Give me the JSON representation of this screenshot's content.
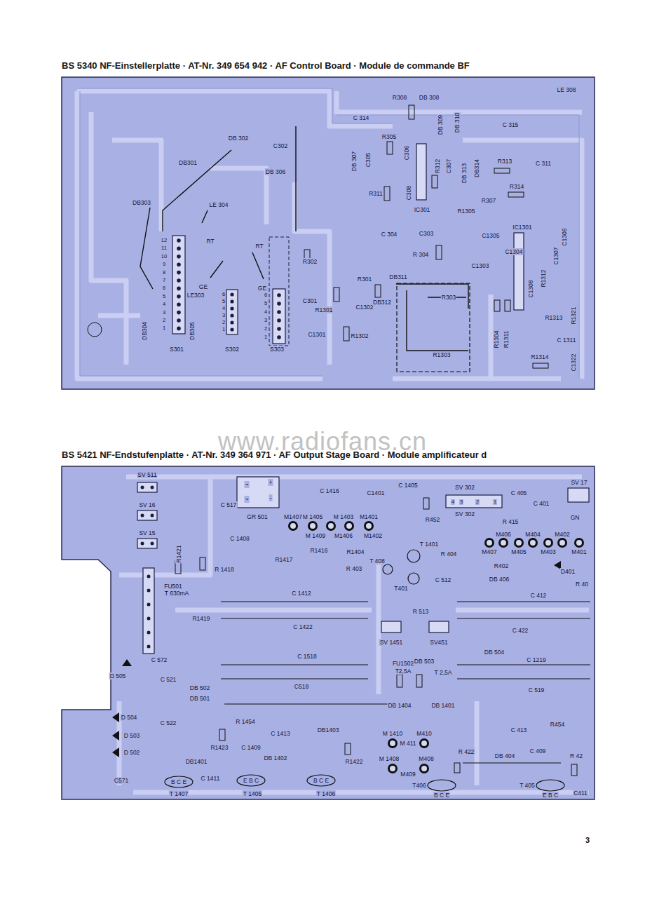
{
  "diagram": {
    "nodes": [
      {
        "text": [
          "BS 5340 NF-Einstellerplatte · AT-Nr. 349 654 942 · AF Control Board · Module de commande BF"
        ]
      },
      {
        "text": [
          "BS 5421 NF-Endstufenplatte · AT-Nr. 349 364 971 · AF Output Stage Board · Module amplificateur d"
        ]
      }
    ],
    "labels": [
      "LE 308",
      "R308",
      "DB 308",
      "C 314",
      "DB 309",
      "DB 310",
      "C 315",
      "R305",
      "C306",
      "DB 302",
      "C302",
      "DB 307",
      "C305",
      "R312",
      "C307",
      "DB 313",
      "DB314",
      "R313",
      "C 311",
      "DB301",
      "DB 306",
      "R311",
      "C308",
      "R314",
      "R307",
      "R1305",
      "IC301",
      "DB303",
      "LE 304",
      "C 304",
      "C303",
      "C1305",
      "IC1301",
      "C1306",
      "RT",
      "RT",
      "R302",
      "C1304",
      "C1307",
      "R 304",
      "C1303",
      "12",
      "11",
      "10",
      "9",
      "8",
      "7",
      "6",
      "5",
      "4",
      "3",
      "2",
      "1",
      "6",
      "5",
      "4",
      "3",
      "2",
      "1",
      "6",
      "5",
      "4",
      "3",
      "2",
      "1",
      "GE",
      "LE303",
      "GE",
      "R301",
      "DB311",
      "C301",
      "R1301",
      "C1302",
      "R303",
      "DB312",
      "C1308",
      "R1312",
      "R1313",
      "R1321",
      "C1301",
      "R1302",
      "C 1311",
      "R1304",
      "R1311",
      "R1314",
      "C1322",
      "DB304",
      "DB305",
      "S301",
      "S302",
      "S303",
      "R1303",
      "www.radiofans.cn",
      "SV 511",
      "SV 16",
      "SV 15",
      "~",
      "~",
      "+",
      "-",
      "GR 501",
      "C 517",
      "C 1416",
      "C1401",
      "C 1405",
      "SV 302",
      "4",
      "3",
      "2",
      "1",
      "SV 302",
      "C 405",
      "C 401",
      "SV 17",
      "GN",
      "M1407",
      "M 1405",
      "M 1403",
      "M1401",
      "M 1409",
      "M1406",
      "M1402",
      "R452",
      "R 415",
      "M406",
      "M404",
      "M402",
      "M407",
      "M405",
      "M403",
      "M401",
      "C 1408",
      "R1416",
      "R1404",
      "T 1401",
      "R 404",
      "R1421",
      "R1417",
      "T 408",
      "R 1418",
      "R 403",
      "R402",
      "D401",
      "R 40",
      "DB 406",
      "FU501",
      "T 630mA",
      "C 512",
      "T401",
      "C 1412",
      "C 412",
      "R 513",
      "R1419",
      "C 1422",
      "C 422",
      "SV 1451",
      "SV451",
      "C 1518",
      "C 572",
      "FU1502",
      "T2,5A",
      "DB 503",
      "T 2,5A",
      "DB 504",
      "C 1219",
      "D 505",
      "C 521",
      "C518",
      "C 519",
      "DB 502",
      "DB 501",
      "DB 1404",
      "DB 1401",
      "D 504",
      "C 522",
      "R 1454",
      "C 1413",
      "DB1403",
      "M 1410",
      "M410",
      "M 411",
      "C 413",
      "R454",
      "D 503",
      "R1423",
      "C 1409",
      "R1422",
      "R 422",
      "DB 404",
      "C 409",
      "R 42",
      "M 1408",
      "M408",
      "M409",
      "DB1401",
      "DB 1402",
      "D 502",
      "C571",
      "C 1411",
      "B C E",
      "T 1407",
      "E B C",
      "T 1405",
      "B C E",
      "T 1406",
      "T406",
      "B C E",
      "T 405",
      "E B C",
      "C411",
      "3"
    ]
  }
}
